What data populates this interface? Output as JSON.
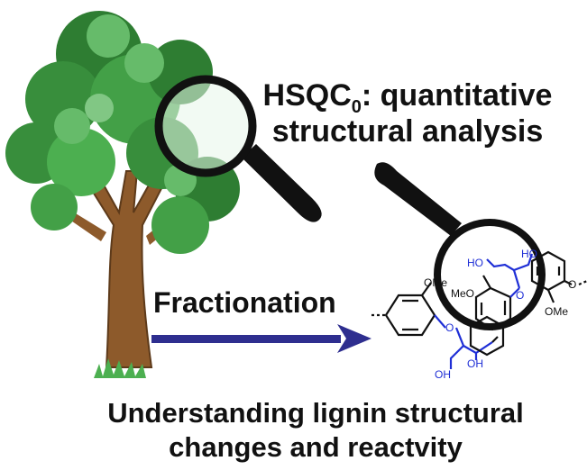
{
  "heading": {
    "prefix": "HSQC",
    "subscript": "0",
    "suffix": ": quantitative",
    "line2": "structural analysis"
  },
  "arrow_label": "Fractionation",
  "footer": {
    "line1": "Understanding lignin structural",
    "line2": "changes and reactvity"
  },
  "molecule_labels": {
    "ome_left": "OMe",
    "meo_middle": "MeO",
    "ome_right": "OMe",
    "o_left": "O",
    "o_middle": "O",
    "o_right": "O",
    "ho_top_left": "HO",
    "ho_top_right": "HO",
    "oh_bottom_left": "OH",
    "oh_bottom_right": "OH"
  },
  "colors": {
    "arrow": "#2e2e8f",
    "heteroatom_blue": "#1f2fd6",
    "foliage_dark": "#2e7d32",
    "foliage_light": "#66bb6a",
    "trunk": "#8d5a2b",
    "magnifier": "#111111"
  }
}
